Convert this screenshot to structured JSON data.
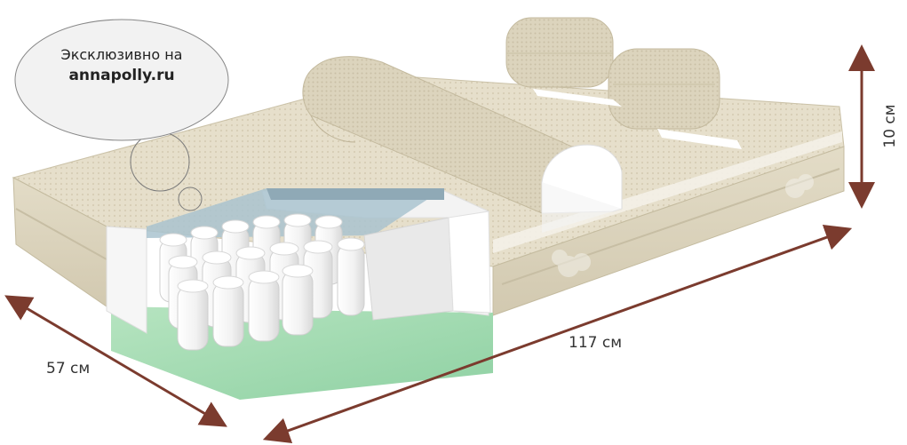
{
  "badge": {
    "line1": "Эксклюзивно на",
    "line2": "annapolly.ru"
  },
  "dimensions": {
    "width": "57 см",
    "length": "117 см",
    "height": "10 см"
  },
  "colors": {
    "fabric": "#e6dfcb",
    "fabric_dark": "#cfc6ae",
    "foam": "#f5f5f5",
    "base": "#a8dcb4",
    "spring_layer": "#9bb6c4",
    "arrow": "#7b3b2e"
  }
}
